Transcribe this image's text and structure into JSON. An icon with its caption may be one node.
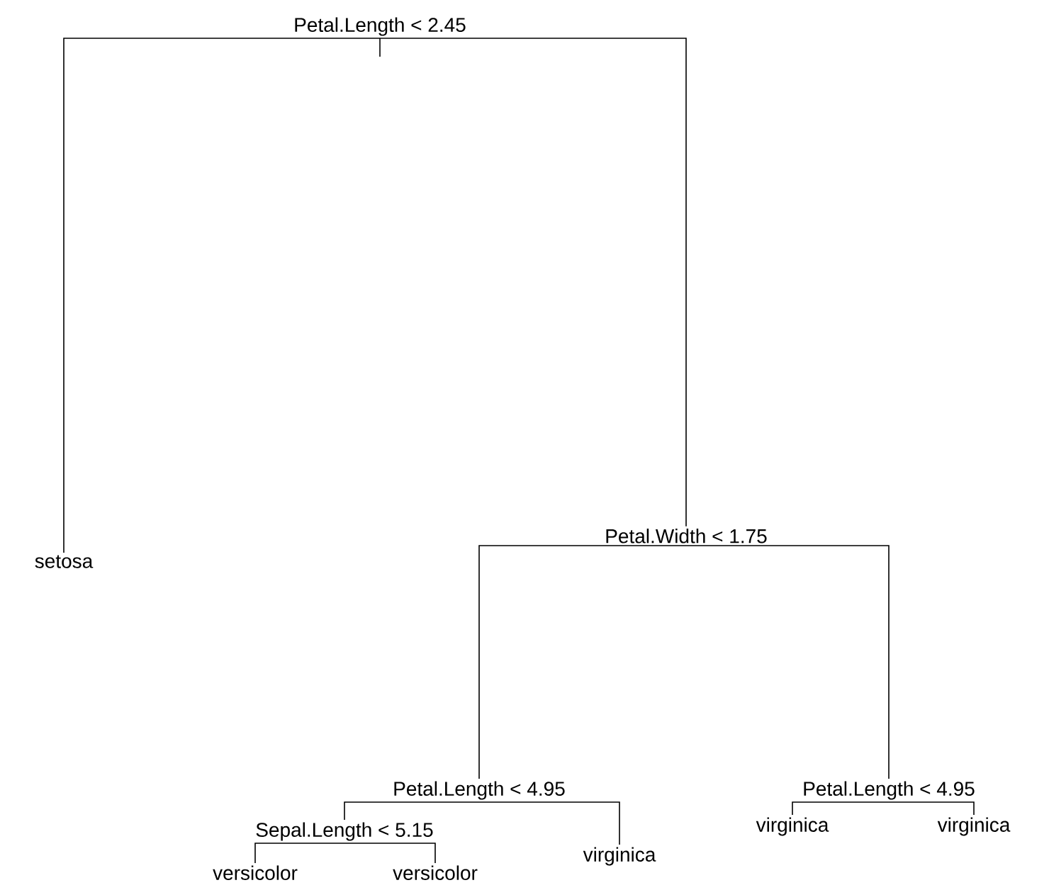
{
  "diagram": {
    "nodes": [
      {
        "text": [
          "Petal.Length < 2.45"
        ]
      },
      {
        "text": [
          "setosa"
        ]
      },
      {
        "text": [
          "Petal.Width < 1.75"
        ]
      },
      {
        "text": [
          "Petal.Length < 4.95"
        ]
      },
      {
        "text": [
          "Sepal.Length < 5.15"
        ]
      },
      {
        "text": [
          "versicolor"
        ]
      },
      {
        "text": [
          "versicolor"
        ]
      },
      {
        "text": [
          "virginica"
        ]
      },
      {
        "text": [
          "Petal.Length < 4.95"
        ]
      },
      {
        "text": [
          "virginica"
        ]
      },
      {
        "text": [
          "virginica"
        ]
      }
    ],
    "edges": [
      {
        "from": 0,
        "to": 1,
        "arrow": "none"
      },
      {
        "from": 0,
        "to": 2,
        "arrow": "none"
      },
      {
        "from": 2,
        "to": 3,
        "arrow": "none"
      },
      {
        "from": 2,
        "to": 8,
        "arrow": "none"
      },
      {
        "from": 3,
        "to": 4,
        "arrow": "none"
      },
      {
        "from": 3,
        "to": 7,
        "arrow": "none"
      },
      {
        "from": 4,
        "to": 5,
        "arrow": "none"
      },
      {
        "from": 4,
        "to": 6,
        "arrow": "none"
      },
      {
        "from": 8,
        "to": 9,
        "arrow": "none"
      },
      {
        "from": 8,
        "to": 10,
        "arrow": "none"
      }
    ]
  }
}
